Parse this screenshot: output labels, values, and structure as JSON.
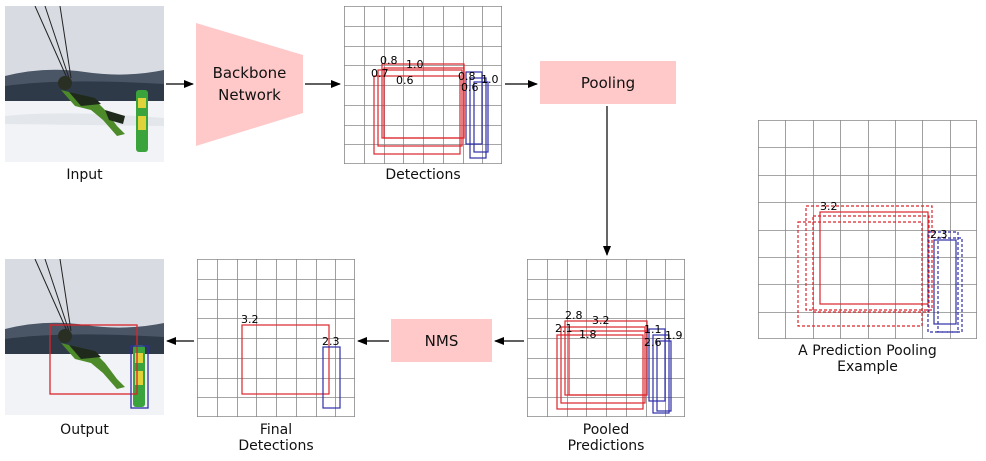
{
  "captions": {
    "input": "Input",
    "detections": "Detections",
    "output": "Output",
    "final_line1": "Final",
    "final_line2": "Detections",
    "pooled_line1": "Pooled",
    "pooled_line2": "Predictions",
    "example_line1": "A Prediction Pooling",
    "example_line2": "Example"
  },
  "blocks": {
    "backbone_line1": "Backbone",
    "backbone_line2": "Network",
    "pooling": "Pooling",
    "nms": "NMS"
  },
  "scores": {
    "detections": [
      "0.8",
      "1.0",
      "0.7",
      "0.6",
      "0.8",
      "1.0",
      "0.6"
    ],
    "pooled": [
      "2.8",
      "3.2",
      "2.1",
      "1.8",
      "1.1",
      "1.9",
      "2.6"
    ],
    "final": [
      "3.2",
      "2.3"
    ],
    "example": [
      "3.2",
      "2.3"
    ]
  },
  "colors": {
    "red_box": "#d9252b",
    "blue_box": "#2e2ea8",
    "pink_block": "#ffc9c9",
    "grid": "#888888"
  }
}
